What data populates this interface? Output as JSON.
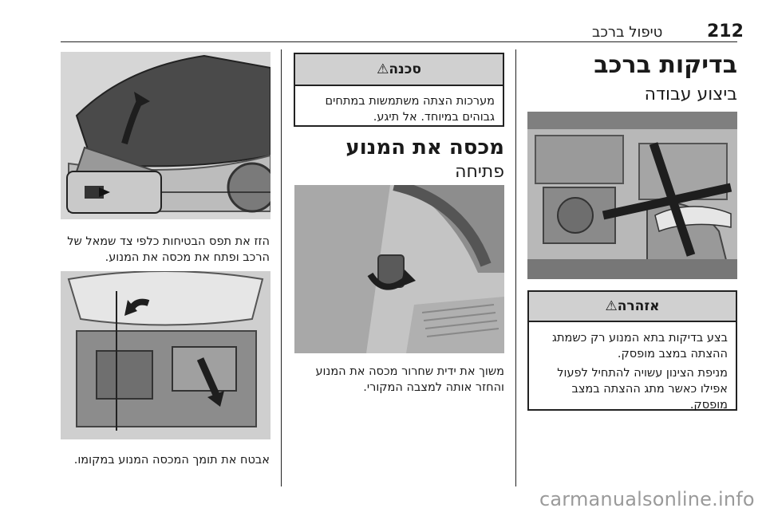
{
  "header": {
    "page_number": "212",
    "section_title": "טיפול ברכב"
  },
  "right_column": {
    "heading": "בדיקות ברכב",
    "subheading": "ביצוע עבודה",
    "warning_title": "אזהרה",
    "warning_lines": [
      "בצע בדיקות בתא המנוע רק כשמתג",
      "ההצתה במצב מופסק.",
      "מניפת הצינון עשויה להתחיל לפעול",
      "אפילו כאשר מתג ההצתה במצב",
      "מופסק."
    ]
  },
  "middle_column": {
    "caution_title": "סכנה",
    "caution_lines": [
      "מערכות הצתה משתמשות במתחים",
      "גבוהים במיוחד. אל תיגע."
    ],
    "heading": "מכסה את המנוע",
    "subheading": "פתיחה",
    "caption_lines": [
      "משוך את ידית שחרור מכסה את המנוע",
      "והחזר אותה למצבה המקורי."
    ]
  },
  "left_column": {
    "caption1_lines": [
      "הזז את תפס הבטיחות כלפי צד שמאל של",
      "הרכב ופתח את מכסה את המנוע."
    ],
    "caption2": "אבטח את תומך המכסה המנוע במקומו."
  },
  "footer": {
    "watermark": "carmanualsonline.info"
  }
}
